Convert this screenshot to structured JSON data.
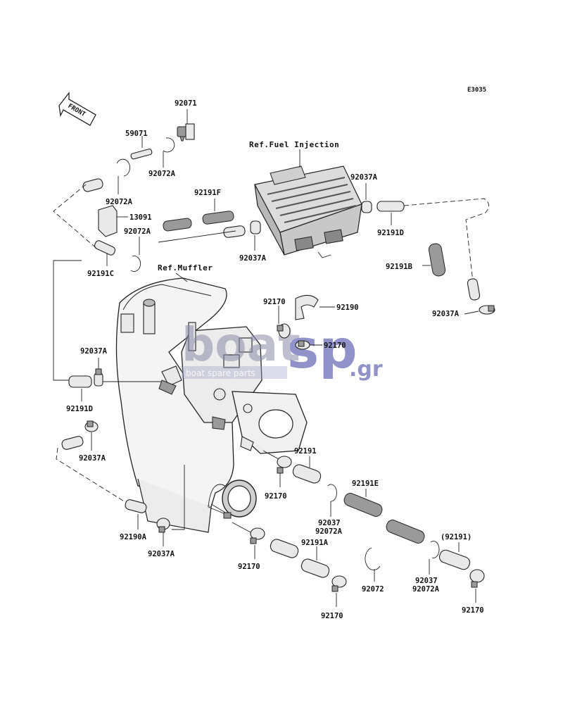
{
  "diagram_code": "E3035",
  "front_label": "FRONT",
  "ref_fuel_injection": "Ref.Fuel Injection",
  "ref_muffler": "Ref.Muffler",
  "watermark": {
    "brand_left": "boat",
    "brand_right": "sp",
    "tld": ".gr",
    "tagline": "boat spare parts"
  },
  "labels": {
    "p92071": "92071",
    "p59071": "59071",
    "p92072A_a": "92072A",
    "p92072A_b": "92072A",
    "p13091": "13091",
    "p92072A_c": "92072A",
    "p92191C": "92191C",
    "p92191F": "92191F",
    "p92037A_a": "92037A",
    "p92191D_a": "92191D",
    "p92037A_b": "92037A",
    "p92191B": "92191B",
    "p92037A_c": "92037A",
    "p92170_a": "92170",
    "p92190": "92190",
    "p92170_b": "92170",
    "p92037A_d": "92037A",
    "p92191D_b": "92191D",
    "p92037A_e": "92037A",
    "p92191": "92191",
    "p92170_c": "92170",
    "p92191E": "92191E",
    "p92037_a": "92037",
    "p92072A_d": "92072A",
    "p92190A": "92190A",
    "p92037A_f": "92037A",
    "p92170_d": "92170",
    "p92191A": "92191A",
    "p92072": "92072",
    "p92191_paren": "(92191)",
    "p92037_b": "92037",
    "p92072A_e": "92072A",
    "p92170_e": "92170",
    "p92170_f": "92170"
  }
}
